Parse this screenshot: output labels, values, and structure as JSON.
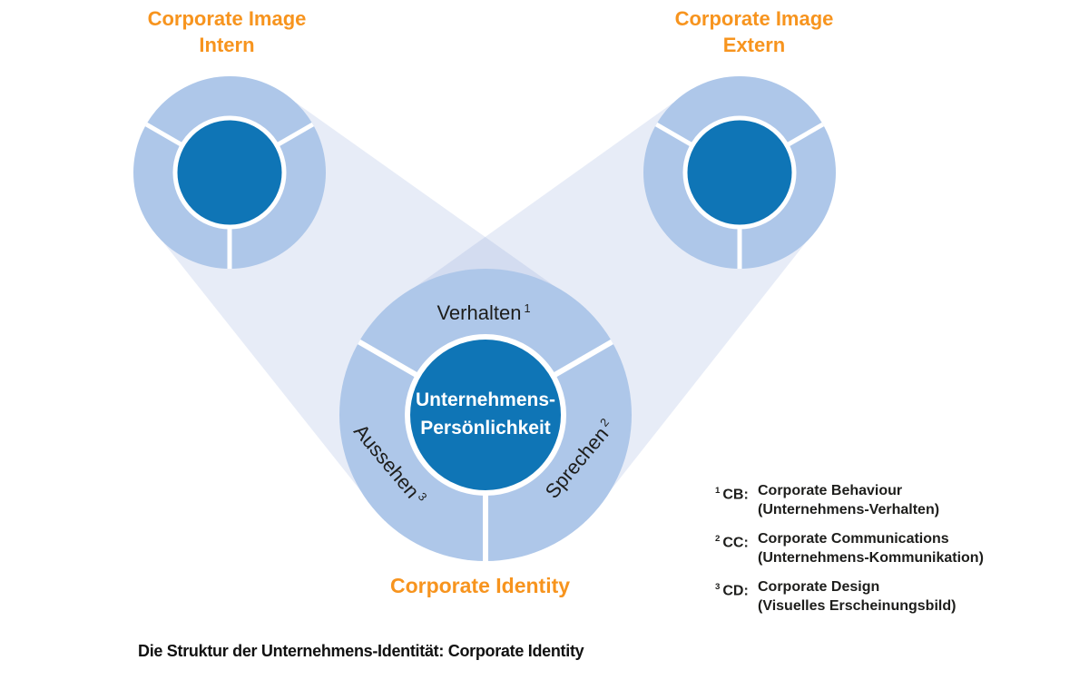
{
  "colors": {
    "orange": "#f7941e",
    "ring_blue": "#aec7e9",
    "core_blue": "#0f75b6",
    "beam_blue": "#e6ebf8",
    "text_dark": "#1d1d1b"
  },
  "top_left": {
    "title_line1": "Corporate Image",
    "title_line2": "Intern"
  },
  "top_right": {
    "title_line1": "Corporate Image",
    "title_line2": "Extern"
  },
  "central": {
    "title": "Corporate Identity",
    "core_line1": "Unternehmens-",
    "core_line2": "Persönlichkeit",
    "segments": [
      {
        "label": "Verhalten",
        "sup": "1"
      },
      {
        "label": "Sprechen",
        "sup": "2"
      },
      {
        "label": "Aussehen",
        "sup": "3"
      }
    ]
  },
  "legend": [
    {
      "sup": "1",
      "code": "CB:",
      "name": "Corporate Behaviour",
      "translation": "(Unternehmens-Verhalten)"
    },
    {
      "sup": "2",
      "code": "CC:",
      "name": "Corporate Communications",
      "translation": "(Unternehmens-Kommunikation)"
    },
    {
      "sup": "3",
      "code": "CD:",
      "name": "Corporate Design",
      "translation": "(Visuelles Erscheinungsbild)"
    }
  ],
  "caption": "Die Struktur der Unternehmens-Identität: Corporate Identity"
}
